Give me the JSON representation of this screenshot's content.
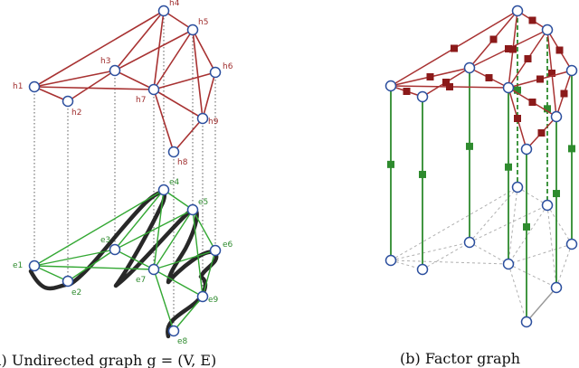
{
  "panel_a": {
    "caption": "a) Undirected graph g = (V, E)",
    "hidden_nodes": [
      {
        "id": "h1",
        "label": "h1"
      },
      {
        "id": "h2",
        "label": "h2"
      },
      {
        "id": "h3",
        "label": "h3"
      },
      {
        "id": "h4",
        "label": "h4"
      },
      {
        "id": "h5",
        "label": "h5"
      },
      {
        "id": "h6",
        "label": "h6"
      },
      {
        "id": "h7",
        "label": "h7"
      },
      {
        "id": "h8",
        "label": "h8"
      },
      {
        "id": "h9",
        "label": "h9"
      }
    ],
    "evidence_nodes": [
      {
        "id": "e1",
        "label": "e1"
      },
      {
        "id": "e2",
        "label": "e2"
      },
      {
        "id": "e3",
        "label": "e3"
      },
      {
        "id": "e4",
        "label": "e4"
      },
      {
        "id": "e5",
        "label": "e5"
      },
      {
        "id": "e6",
        "label": "e6"
      },
      {
        "id": "e7",
        "label": "e7"
      },
      {
        "id": "e8",
        "label": "e8"
      },
      {
        "id": "e9",
        "label": "e9"
      }
    ]
  },
  "panel_b": {
    "caption": "(b) Factor graph"
  },
  "colors": {
    "hidden_edge": "#a83232",
    "evidence_edge": "#33a833",
    "factor_hidden": "#8b1a1a",
    "factor_evidence": "#2e8b2e",
    "node_stroke": "#2c4f9e",
    "dashed_gray": "#b0b0b0"
  }
}
